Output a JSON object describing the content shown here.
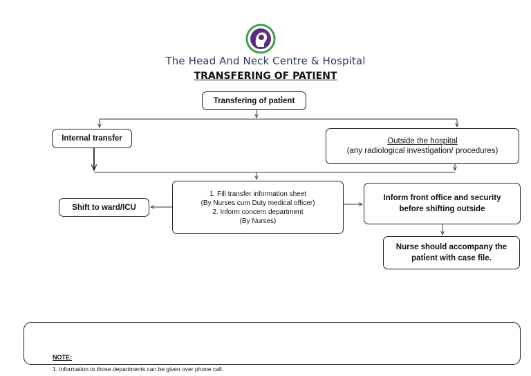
{
  "header": {
    "organization": "The Head And Neck Centre & Hospital",
    "title": "TRANSFERING OF PATIENT"
  },
  "nodes": {
    "root": "Transfering of pati̇ent",
    "internal": "Internal transfer",
    "outside_title": "Outside the hospital",
    "outside_sub": "(any radiological investi̇gati̇on/ procedures)",
    "center_line1": "1. Fill transfer information sheet",
    "center_line2": "(By Nurses cum Duty medical officer)",
    "center_line3": "2. Inform concern department",
    "center_line4": "(By Nurses)",
    "ward": "Shift to ward/ICU",
    "front_line1": "Inform front office and security",
    "front_line2": "before shifting outside",
    "nurse_line1": "Nurse should accompany the",
    "nurse_line2": "pati̇ent with case file."
  },
  "note": {
    "title": "NOTE:",
    "items": [
      "1. Information to those departments can be given over phone call."
    ]
  },
  "colors": {
    "logo_green": "#3aa24a",
    "logo_purple": "#5a2d82",
    "org_text": "#2f3a63"
  }
}
